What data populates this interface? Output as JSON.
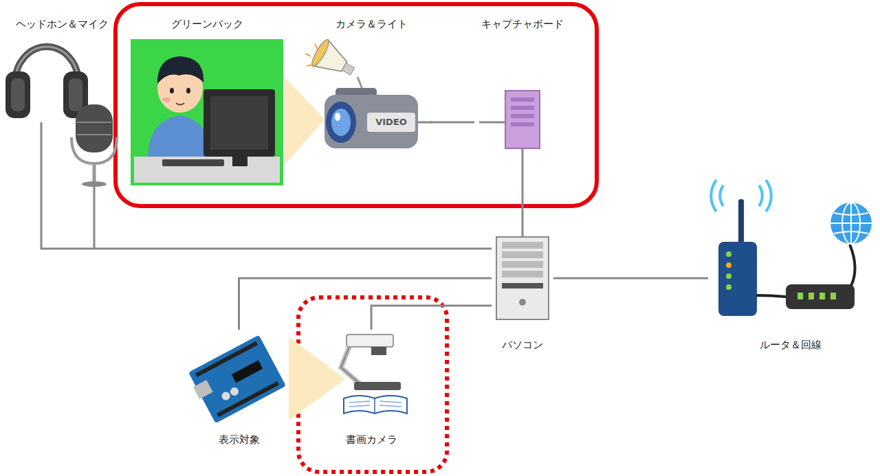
{
  "diagram": {
    "nodes": [
      {
        "text": [
          "ヘッドホン＆マイク"
        ]
      },
      {
        "text": [
          "グリーンバック"
        ]
      },
      {
        "text": [
          "カメラ＆ライト"
        ]
      },
      {
        "text": [
          "キャプチャボード"
        ]
      },
      {
        "text": [
          "パソコン"
        ]
      },
      {
        "text": [
          "ルータ＆回線"
        ]
      },
      {
        "text": [
          "表示対象"
        ]
      },
      {
        "text": [
          "書画カメラ"
        ]
      }
    ],
    "edges": [
      {
        "from": 0,
        "to": 4,
        "arrow": "none"
      },
      {
        "from": 2,
        "to": 3,
        "arrow": "none"
      },
      {
        "from": 3,
        "to": 4,
        "arrow": "none"
      },
      {
        "from": 4,
        "to": 5,
        "arrow": "none"
      },
      {
        "from": 4,
        "to": 6,
        "arrow": "none"
      },
      {
        "from": 4,
        "to": 7,
        "arrow": "none"
      }
    ],
    "labels": [
      "VIDEO"
    ]
  }
}
